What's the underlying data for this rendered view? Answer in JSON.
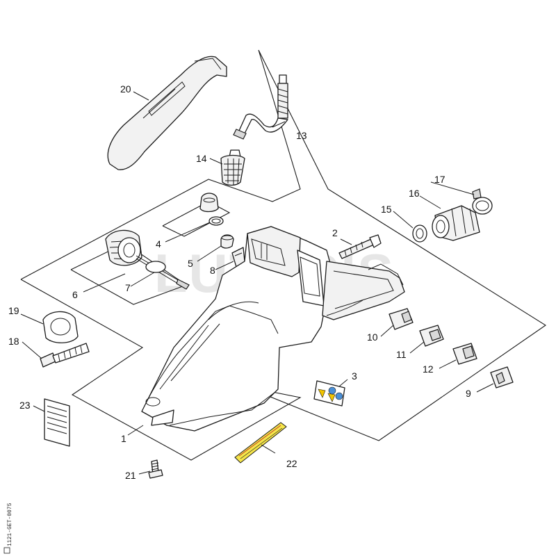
{
  "watermark": "LUTARIS",
  "diagram_code": "1121-GET-0075",
  "callouts": {
    "c1": "1",
    "c2": "2",
    "c3": "3",
    "c4": "4",
    "c5": "5",
    "c6": "6",
    "c7": "7",
    "c8": "8",
    "c9": "9",
    "c10": "10",
    "c11": "11",
    "c12": "12",
    "c13": "13",
    "c14": "14",
    "c15": "15",
    "c16": "16",
    "c17": "17",
    "c18": "18",
    "c19": "19",
    "c20": "20",
    "c21": "21",
    "c22": "22",
    "c23": "23"
  }
}
